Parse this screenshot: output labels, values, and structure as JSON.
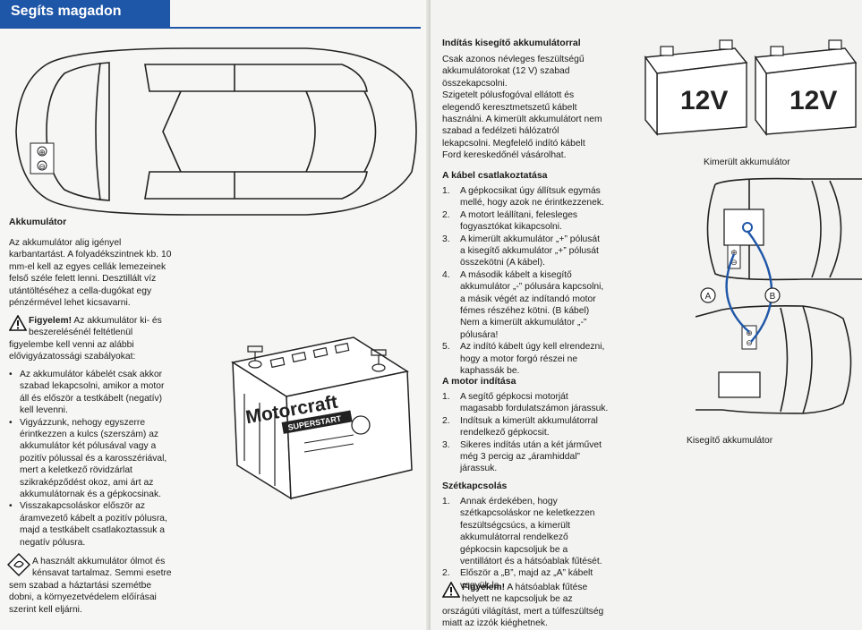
{
  "left": {
    "header": {
      "title": "Segíts magadon"
    },
    "battery_section": {
      "heading": "Akkumulátor",
      "intro": [
        "Az akkumulátor alig igényel",
        "karbantartást. A folyadékszintnek kb. 10",
        "mm-el kell az egyes cellák lemezeinek",
        "felső széle felett lenni. Desztillált víz",
        "utántöltéséhez a cella-dugókat egy",
        "pénzérmével lehet kicsavarni."
      ],
      "warning_label": "Figyelem!",
      "warning_lines": [
        " Az akkumulátor ki- és",
        "beszerelésénél feltétlenül",
        "figyelembe kell venni az alábbi",
        "elővigyázatossági szabályokat:"
      ],
      "bullets": [
        [
          "Az akkumulátor kábelét csak akkor",
          "szabad lekapcsolni, amikor a motor",
          "áll és először a testkábelt (negatív)",
          "kell levenni."
        ],
        [
          "Vigyázzunk, nehogy egyszerre",
          "érintkezzen a kulcs (szerszám) az",
          "akkumulátor két pólusával vagy a",
          "pozitív pólussal és a karosszériával,",
          "mert a keletkező rövidzárlat",
          "szikraképződést okoz, ami árt az",
          "akkumulátornak és a gépkocsinak."
        ],
        [
          "Visszakapcsoláskor először az",
          "áramvezető kábelt a pozitív pólusra,",
          "majd a testkábelt csatlakoztassuk a",
          "negatív pólusra."
        ]
      ],
      "env_lines": [
        "A használt akkumulátor ólmot és",
        "kénsavat tartalmaz. Semmi esetre",
        "sem szabad a háztartási szemétbe",
        "dobni, a környezetvédelem előírásai",
        "szerint kell eljárni."
      ]
    },
    "battery_image": {
      "brand": "Motorcraft",
      "model": "SUPERSTART"
    },
    "car_marks": {
      "plus": "⊕",
      "minus": "⊖"
    }
  },
  "right": {
    "jump": {
      "heading": "Indítás kisegítő akkumulátorral",
      "intro": [
        "Csak azonos névleges feszültségű",
        "akkumulátorokat (12 V) szabad",
        "összekapcsolni.",
        "Szigetelt pólusfogóval ellátott és",
        "elegendő keresztmetszetű kábelt",
        "használni. A kimerült akkumulátort nem",
        "szabad a fedélzeti hálózatról",
        "lekapcsolni. Megfelelő indító kábelt",
        "Ford kereskedőnél vásárolhat."
      ]
    },
    "connect": {
      "heading": "A kábel csatlakoztatása",
      "steps": [
        {
          "num": "1.",
          "lines": [
            "A gépkocsikat úgy állítsuk egymás",
            "mellé, hogy azok ne érintkezzenek."
          ]
        },
        {
          "num": "2.",
          "lines": [
            " A motort leállítani, felesleges",
            "fogyasztókat kikapcsolni."
          ]
        },
        {
          "num": "3.",
          "lines": [
            "A kimerült akkumulátor „+” pólusát",
            "a kisegítő akkumulátor „+” pólusát",
            "összekötni (A kábel)."
          ]
        },
        {
          "num": "4.",
          "lines": [
            "A második kábelt a kisegítő",
            "akkumulátor „-” pólusára kapcsolni,",
            "a másik végét az indítandó motor",
            "fémes részéhez kötni. (B kábel)",
            "Nem a kimerült akkumulátor „-”",
            "pólusára!"
          ]
        },
        {
          "num": "5.",
          "lines": [
            "Az indító kábelt úgy kell elrendezni,",
            "hogy a motor forgó részei ne",
            "kaphassák be."
          ]
        }
      ]
    },
    "start": {
      "heading": "A motor indítása",
      "steps": [
        {
          "num": "1.",
          "lines": [
            "A segítő gépkocsi motorját",
            "magasabb fordulatszámon járassuk."
          ]
        },
        {
          "num": "2.",
          "lines": [
            "Indítsuk a kimerült akkumulátorral",
            "rendelkező gépkocsit."
          ]
        },
        {
          "num": "3.",
          "lines": [
            "Sikeres indítás után a két járművet",
            "még 3 percig az „áramhiddal”",
            "járassuk."
          ]
        }
      ]
    },
    "disconnect": {
      "heading": "Szétkapcsolás",
      "steps": [
        {
          "num": "1.",
          "lines": [
            "Annak érdekében, hogy",
            "szétkapcsoláskor ne keletkezzen",
            "feszültségcsúcs, a kimerült",
            "akkumulátorral rendelkező",
            "gépkocsin kapcsoljuk be a",
            "ventillátort és a hátsóablak fűtését."
          ]
        },
        {
          "num": "2.",
          "lines": [
            "Először a „B”, majd az „A” kábelt",
            "vegyük le."
          ]
        }
      ],
      "warning_label": "Figyelem!",
      "warning_lines": [
        " A hátsóablak fűtése",
        "helyett ne kapcsoljuk be az",
        "országúti világítást, mert a túlfeszültség",
        "miatt az izzók kiéghetnek."
      ]
    },
    "figures": {
      "battery_label_1": "12V",
      "battery_label_2": "12V",
      "caption_discharged": "Kimerült akkumulátor",
      "caption_booster": "Kisegítő akkumulátor",
      "cable_a": "A",
      "cable_b": "B"
    }
  }
}
